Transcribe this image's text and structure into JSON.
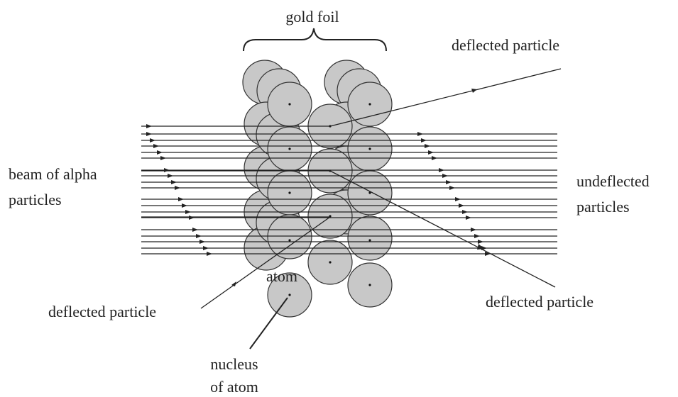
{
  "labels": {
    "gold_foil": "gold foil",
    "deflected_top": "deflected particle",
    "beam_line1": "beam of alpha",
    "beam_line2": "particles",
    "undeflected_line1": "undeflected",
    "undeflected_line2": "particles",
    "atom": "atom",
    "deflected_left": "deflected particle",
    "deflected_right": "deflected particle",
    "nucleus_line1": "nucleus",
    "nucleus_line2": "of atom"
  },
  "colors": {
    "atom_fill": "#c8c8c8",
    "atom_stroke": "#333333",
    "line": "#222222"
  }
}
